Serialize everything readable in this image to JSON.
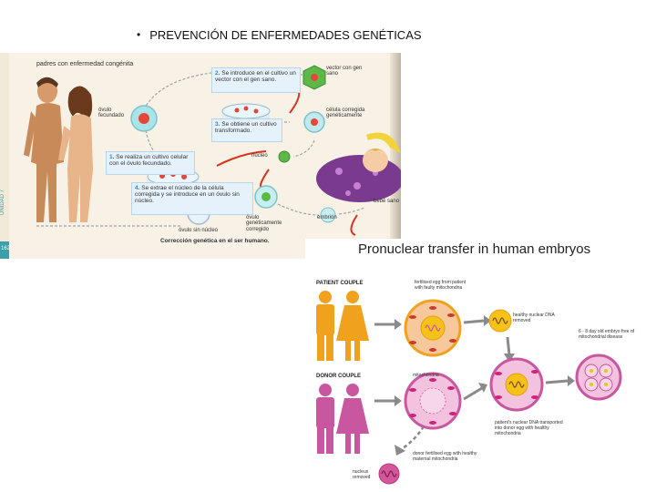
{
  "slide": {
    "bullet": "•",
    "title": "PREVENCIÓN DE ENFERMEDADES GENÉTICAS"
  },
  "figure1": {
    "parents_label": "padres con enfermedad congénita",
    "vertical_label": "UNIDAD 7",
    "page_number": "162",
    "fertilized_egg_label": "óvulo fecundado",
    "step1": {
      "number": "1.",
      "text": "Se realiza un cultivo celular con el óvulo fecundado."
    },
    "step2": {
      "number": "2.",
      "text": "Se introduce en el cultivo un vector con el gen sano."
    },
    "step3": {
      "number": "3.",
      "text": "Se obtiene un cultivo transformado."
    },
    "step4": {
      "number": "4.",
      "text": "Se extrae el núcleo de la célula corregida y se introduce en un óvulo sin núcleo."
    },
    "vector_label": "vector con gen sano",
    "corrected_cell_label": "célula corregida genéticamente",
    "nucleus_label": "núcleo",
    "enucleated_egg_label": "óvulo sin núcleo",
    "corrected_egg_label": "óvulo genéticamente corregido",
    "embryo_label": "embrión",
    "healthy_baby_label": "bebé sano",
    "caption": "Corrección genética en el ser humano."
  },
  "figure2": {
    "title": "Pronuclear transfer in human embryos",
    "patient_couple": "PATIENT COUPLE",
    "donor_couple": "DONOR COUPLE",
    "patient_egg_label": "fertilised egg from patient with faulty mitochondria",
    "healthy_nuclear_label": "healthy nuclear DNA removed",
    "mitochondria_label": "mitochondria",
    "embryo_label": "6 - 8 day old embryo free of mitochondrial disease",
    "transferred_label": "patient's nuclear DNA transported into donor egg with healthy mitochondria",
    "donor_egg_label": "donor fertilised egg with healthy maternal mitochondria",
    "nucleus_removed_label": "nucleus removed"
  },
  "colors": {
    "step_number": "#3a7fc0",
    "patient_figure": "#f0a21e",
    "donor_figure": "#c9579f",
    "patient_egg": "#f6c89c",
    "donor_egg": "#f2c2de",
    "healthy_nucleus": "#f6c21a",
    "vector_hex": "#5cb847"
  }
}
